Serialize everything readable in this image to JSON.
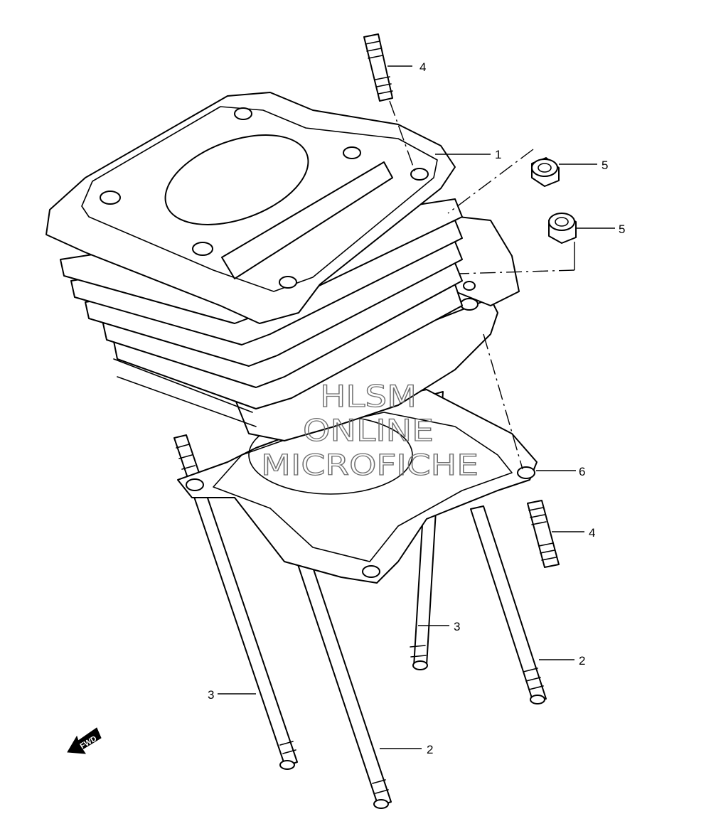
{
  "callouts": [
    {
      "id": "1",
      "label": "1"
    },
    {
      "id": "4a",
      "label": "4"
    },
    {
      "id": "5a",
      "label": "5"
    },
    {
      "id": "5b",
      "label": "5"
    },
    {
      "id": "6",
      "label": "6"
    },
    {
      "id": "4b",
      "label": "4"
    },
    {
      "id": "3a",
      "label": "3"
    },
    {
      "id": "2a",
      "label": "2"
    },
    {
      "id": "3b",
      "label": "3"
    },
    {
      "id": "2b",
      "label": "2"
    }
  ],
  "watermark": {
    "line1": "HLSM",
    "line2": "ONLINE",
    "line3": "MICROFICHE"
  },
  "fwd_label": "FWD"
}
